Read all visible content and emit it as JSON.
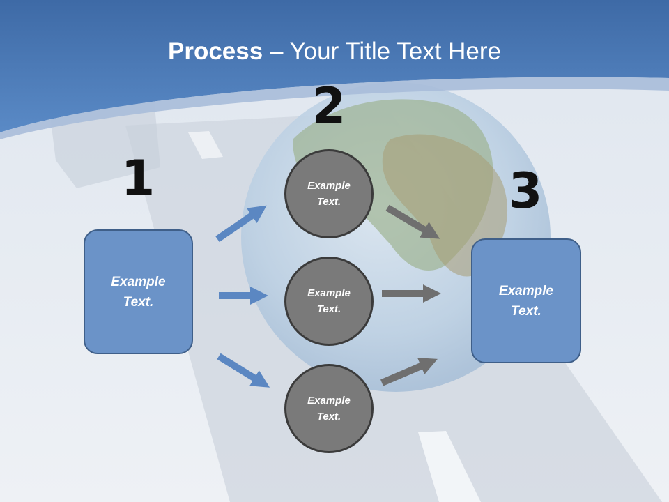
{
  "title": {
    "strong": "Process",
    "rest": " – Your Title Text Here"
  },
  "steps": {
    "one": "1",
    "two": "2",
    "three": "3"
  },
  "left_box": {
    "line1": "Example",
    "line2": "Text."
  },
  "right_box": {
    "line1": "Example",
    "line2": "Text."
  },
  "circles": [
    {
      "line1": "Example",
      "line2": "Text."
    },
    {
      "line1": "Example",
      "line2": "Text."
    },
    {
      "line1": "Example",
      "line2": "Text."
    }
  ],
  "colors": {
    "header_blue": "#4f7fbd",
    "box_fill": "#6b93c8",
    "box_border": "#3f5f89",
    "circle_fill": "#7a7a7a",
    "circle_border": "#3b3b3b",
    "arrow_blue": "#5b87c2",
    "arrow_gray": "#6f6f6f"
  }
}
